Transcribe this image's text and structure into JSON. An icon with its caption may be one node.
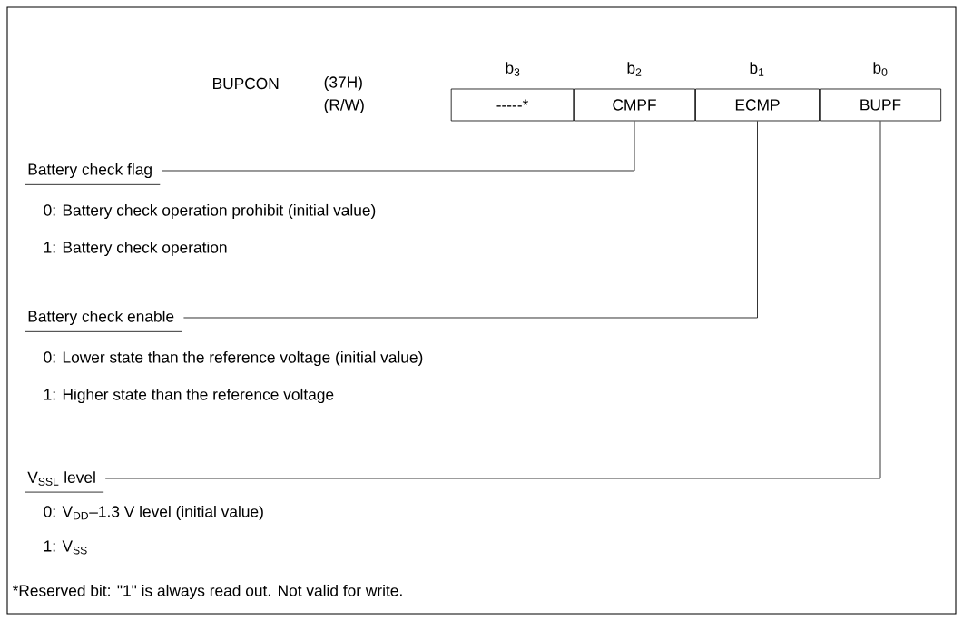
{
  "diagram": {
    "nodes": [
      {
        "text": [
          "-----*"
        ]
      },
      {
        "text": [
          "CMPF"
        ]
      },
      {
        "text": [
          "ECMP"
        ]
      },
      {
        "text": [
          "BUPF"
        ]
      },
      {
        "text": [
          "Battery check flag"
        ]
      },
      {
        "text": [
          "Battery check enable"
        ]
      },
      {
        "text": [
          "V$_{SSL}$ level"
        ]
      }
    ],
    "edges": [
      {
        "from": 4,
        "to": 1,
        "arrow": "none"
      },
      {
        "from": 5,
        "to": 2,
        "arrow": "none"
      },
      {
        "from": 6,
        "to": 3,
        "arrow": "none"
      }
    ],
    "labels": [
      "b$_{3}$",
      "b$_{2}$",
      "b$_{1}$",
      "b$_{0}$",
      "BUPCON",
      "(37H)",
      "(R/W)",
      "0: Battery check operation prohibit (initial value)",
      "1: Battery check operation",
      "0: Lower state than the reference voltage (initial value)",
      "1: Higher state than the reference voltage",
      "0: V$_{DD}$–1.3 V level (initial value)",
      "1: V$_{SS}$",
      "*Reserved bit: \"1\" is always read out.  Not valid for write."
    ]
  }
}
